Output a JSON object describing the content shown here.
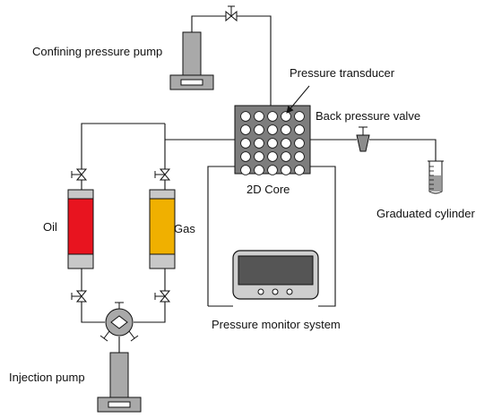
{
  "labels": {
    "confining_pump": "Confining pressure pump",
    "pressure_transducer": "Pressure transducer",
    "back_pressure_valve": "Back pressure valve",
    "core": "2D Core",
    "graduated_cylinder": "Graduated cylinder",
    "oil": "Oil",
    "gas": "Gas",
    "monitor": "Pressure monitor system",
    "injection_pump": "Injection pump"
  },
  "colors": {
    "oil_fill": "#e8141f",
    "gas_fill": "#f0b000",
    "cap_fill": "#c8c8c8",
    "core_fill": "#7d7d7d",
    "pump_fill": "#a9a9a9",
    "line": "#111111"
  },
  "core_grid": {
    "rows": 5,
    "cols": 5
  }
}
